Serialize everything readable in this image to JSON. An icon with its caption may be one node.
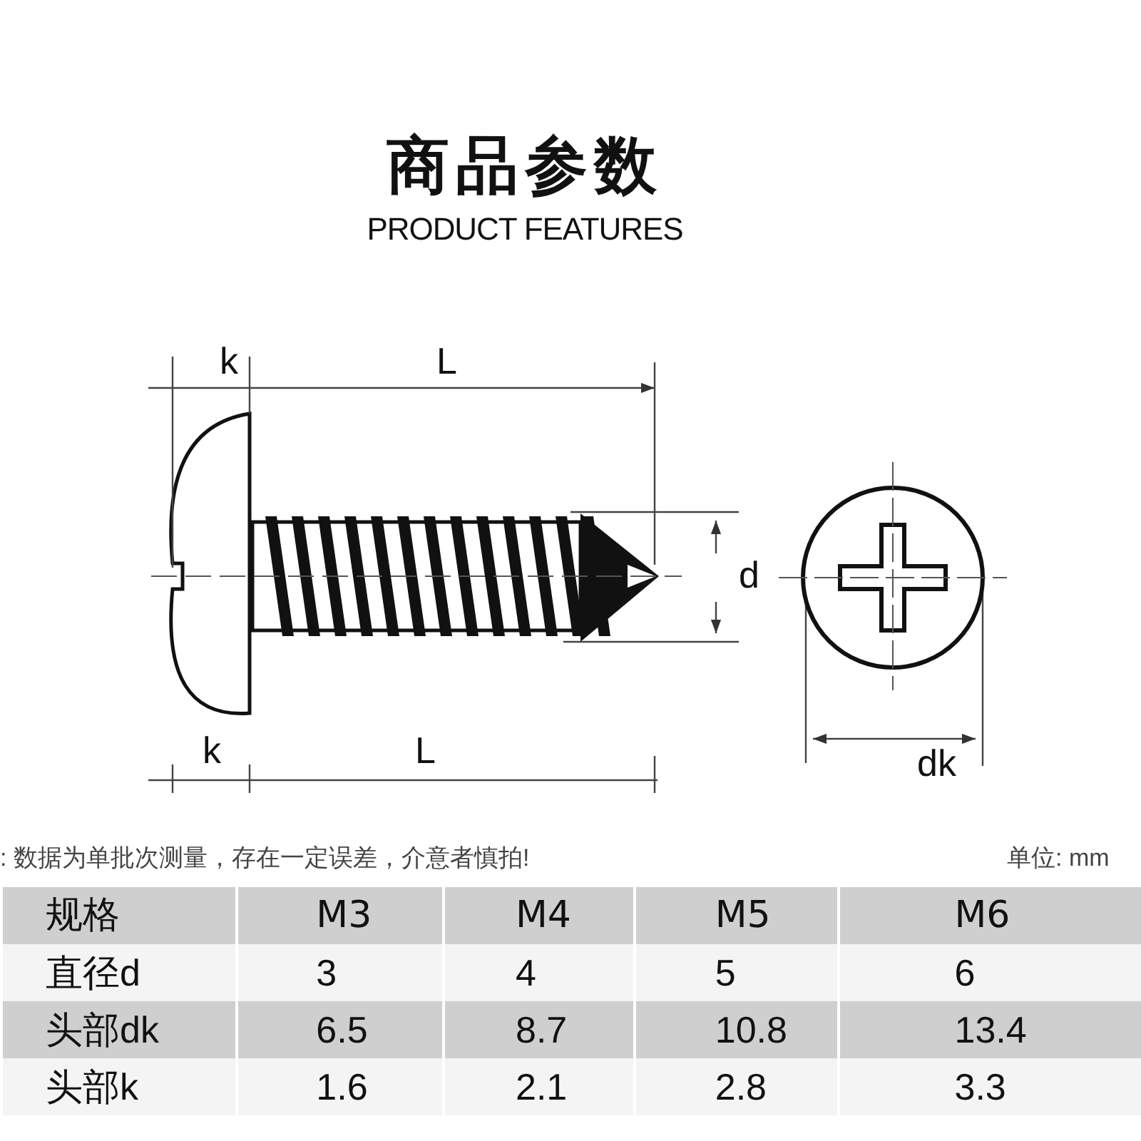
{
  "diagram": {
    "title": "商品参数",
    "labels": [
      "PRODUCT FEATURES",
      "k",
      "L",
      "d",
      "k",
      "L",
      "dk",
      ": 数据为单批次测量，存在一定误差，介意者慎拍!",
      "单位: mm",
      "规格",
      "M3",
      "M4",
      "M5",
      "M6",
      "直径d",
      "3",
      "4",
      "5",
      "6",
      "头部dk",
      "6.5",
      "8.7",
      "10.8",
      "13.4",
      "头部k",
      "1.6",
      "2.1",
      "2.8",
      "3.3"
    ]
  }
}
